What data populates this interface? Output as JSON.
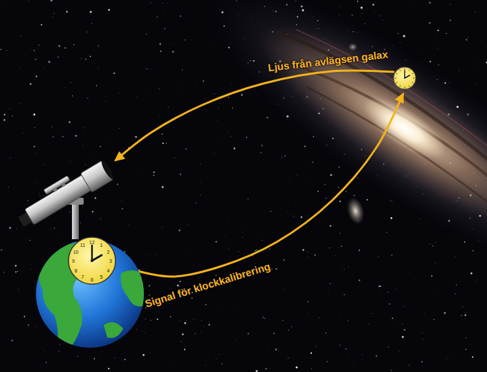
{
  "diagram": {
    "labels": [
      "Ljus från avlägsen galax",
      "Signal för klockkalibrering",
      "12",
      "1",
      "2",
      "3",
      "4",
      "5",
      "6",
      "7",
      "8",
      "9",
      "10",
      "11"
    ]
  }
}
